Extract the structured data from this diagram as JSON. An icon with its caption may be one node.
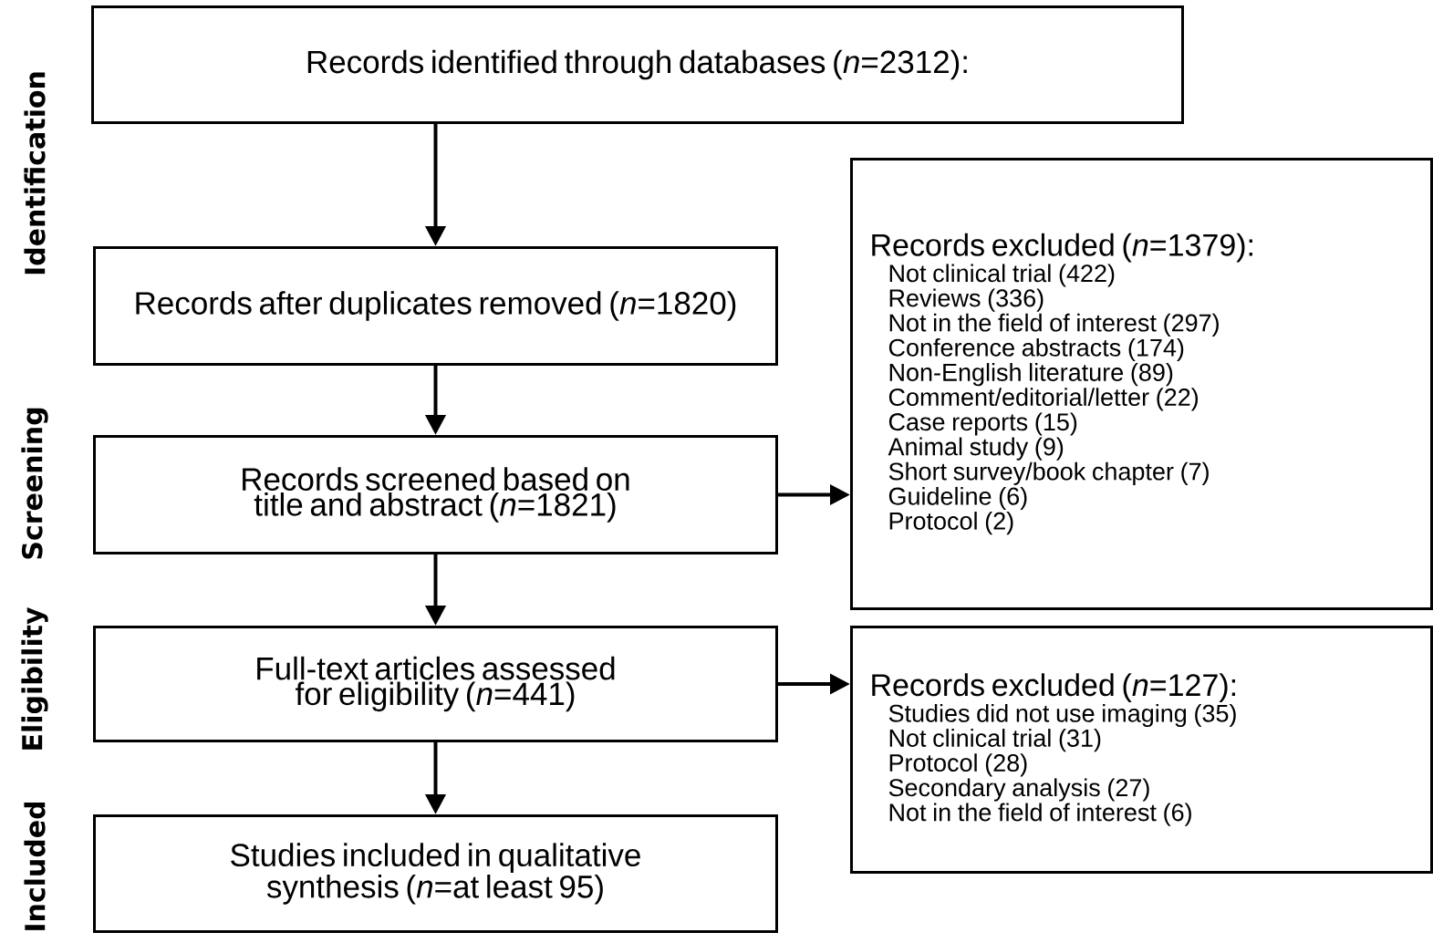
{
  "diagram": {
    "nodes": [
      {
        "text": [
          "Records identified through databases (*n*=2312):"
        ]
      },
      {
        "text": [
          "Records after duplicates removed (*n*=1820)"
        ]
      },
      {
        "text": [
          "Records screened based on title and abstract (*n*=1821)"
        ]
      },
      {
        "text": [
          "Full-text articles assessed for eligibility (*n*=441)"
        ]
      },
      {
        "text": [
          "Studies included in qualitative synthesis (*n*=at least 95)"
        ]
      },
      {
        "text": [
          "Records excluded (*n*=1379):",
          "Not clinical trial (422)",
          "Reviews (336)",
          "Not in the field of interest (297)",
          "Conference abstracts (174)",
          "Non-English literature (89)",
          "Comment/editorial/letter (22)",
          "Case reports (15)",
          "Animal study (9)",
          "Short survey/book chapter (7)",
          "Guideline (6)",
          "Protocol (2)"
        ]
      },
      {
        "text": [
          "Records excluded (*n*=127):",
          "Studies did not use imaging (35)",
          "Not clinical trial (31)",
          "Protocol (28)",
          "Secondary analysis (27)",
          "Not in the field of interest (6)"
        ]
      }
    ],
    "edges": [
      {
        "from": 0,
        "to": 1,
        "arrow": "to"
      },
      {
        "from": 1,
        "to": 2,
        "arrow": "to"
      },
      {
        "from": 2,
        "to": 3,
        "arrow": "to"
      },
      {
        "from": 3,
        "to": 4,
        "arrow": "to"
      },
      {
        "from": 2,
        "to": 5,
        "arrow": "to"
      },
      {
        "from": 3,
        "to": 6,
        "arrow": "to"
      }
    ],
    "labels": [
      "Identification",
      "Screening",
      "Eligibility",
      "Included"
    ]
  }
}
